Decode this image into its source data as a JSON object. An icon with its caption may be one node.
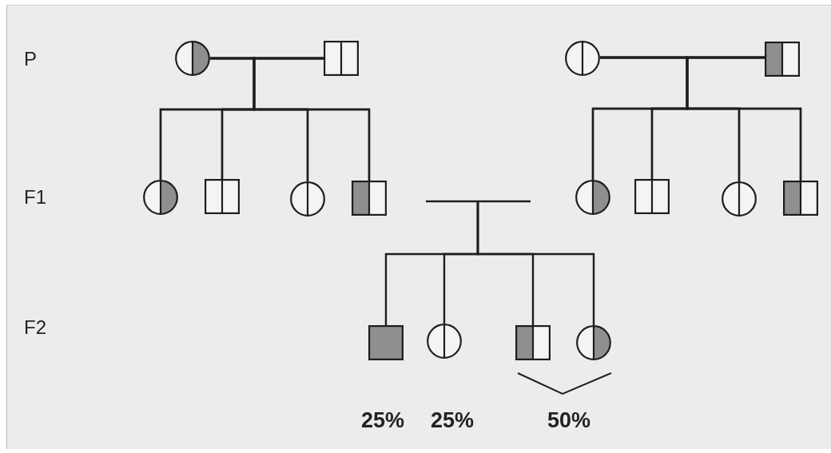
{
  "diagram": {
    "nodes": [
      {
        "text": [],
        "shape": "circle"
      },
      {
        "text": [],
        "shape": "box"
      },
      {
        "text": [],
        "shape": "circle"
      },
      {
        "text": [],
        "shape": "box"
      },
      {
        "text": [],
        "shape": "circle"
      },
      {
        "text": [],
        "shape": "box"
      },
      {
        "text": [],
        "shape": "circle"
      },
      {
        "text": [],
        "shape": "box"
      },
      {
        "text": [],
        "shape": "circle"
      },
      {
        "text": [],
        "shape": "box"
      },
      {
        "text": [],
        "shape": "circle"
      },
      {
        "text": [],
        "shape": "box"
      },
      {
        "text": [],
        "shape": "box"
      },
      {
        "text": [],
        "shape": "circle"
      },
      {
        "text": [],
        "shape": "box"
      },
      {
        "text": [],
        "shape": "circle"
      }
    ],
    "edges": [
      {
        "from": 0,
        "to": 1,
        "arrow": "none"
      },
      {
        "from": 0,
        "to": 4,
        "arrow": "none"
      },
      {
        "from": 0,
        "to": 5,
        "arrow": "none"
      },
      {
        "from": 0,
        "to": 6,
        "arrow": "none"
      },
      {
        "from": 0,
        "to": 7,
        "arrow": "none"
      },
      {
        "from": 1,
        "to": 4,
        "arrow": "none"
      },
      {
        "from": 1,
        "to": 5,
        "arrow": "none"
      },
      {
        "from": 1,
        "to": 6,
        "arrow": "none"
      },
      {
        "from": 1,
        "to": 7,
        "arrow": "none"
      },
      {
        "from": 2,
        "to": 3,
        "arrow": "none"
      },
      {
        "from": 2,
        "to": 8,
        "arrow": "none"
      },
      {
        "from": 2,
        "to": 9,
        "arrow": "none"
      },
      {
        "from": 2,
        "to": 10,
        "arrow": "none"
      },
      {
        "from": 2,
        "to": 11,
        "arrow": "none"
      },
      {
        "from": 3,
        "to": 8,
        "arrow": "none"
      },
      {
        "from": 3,
        "to": 9,
        "arrow": "none"
      },
      {
        "from": 3,
        "to": 10,
        "arrow": "none"
      },
      {
        "from": 3,
        "to": 11,
        "arrow": "none"
      },
      {
        "from": null,
        "to": 12,
        "arrow": "none"
      },
      {
        "from": null,
        "to": 13,
        "arrow": "none"
      },
      {
        "from": null,
        "to": 14,
        "arrow": "none"
      },
      {
        "from": null,
        "to": 15,
        "arrow": "none"
      }
    ],
    "labels": [
      "P",
      "F1",
      "F2",
      "25%",
      "25%",
      "50%"
    ]
  }
}
